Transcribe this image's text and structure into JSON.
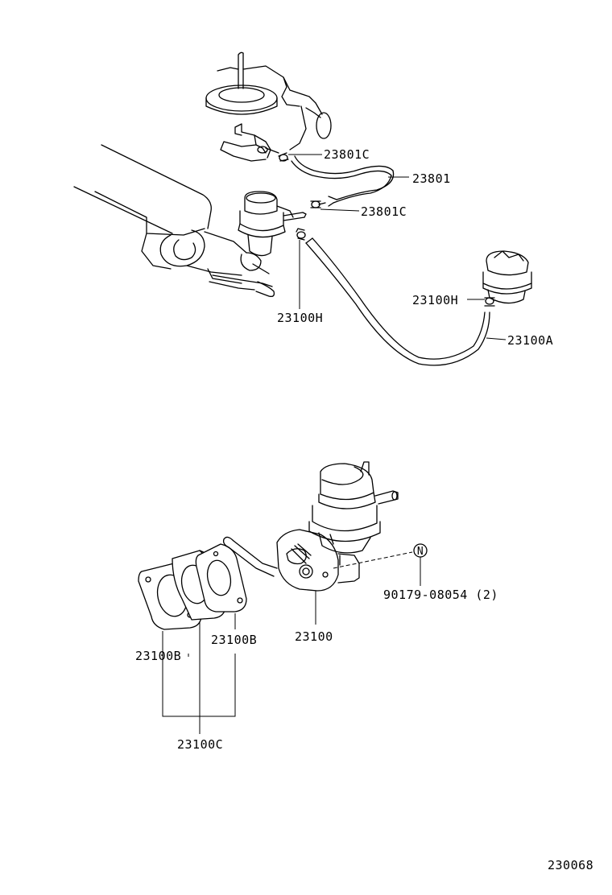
{
  "labels": {
    "p23801C_top": "23801C",
    "p23801": "23801",
    "p23801C_bottom": "23801C",
    "p23100H_left": "23100H",
    "p23100H_right": "23100H",
    "p23100A": "23100A",
    "p23100": "23100",
    "p90179": "90179-08054 (2)",
    "p23100B_right": "23100B",
    "p23100B_left": "23100B",
    "p23100C": "23100C",
    "n_marker": "N"
  },
  "figure_number": "230068"
}
